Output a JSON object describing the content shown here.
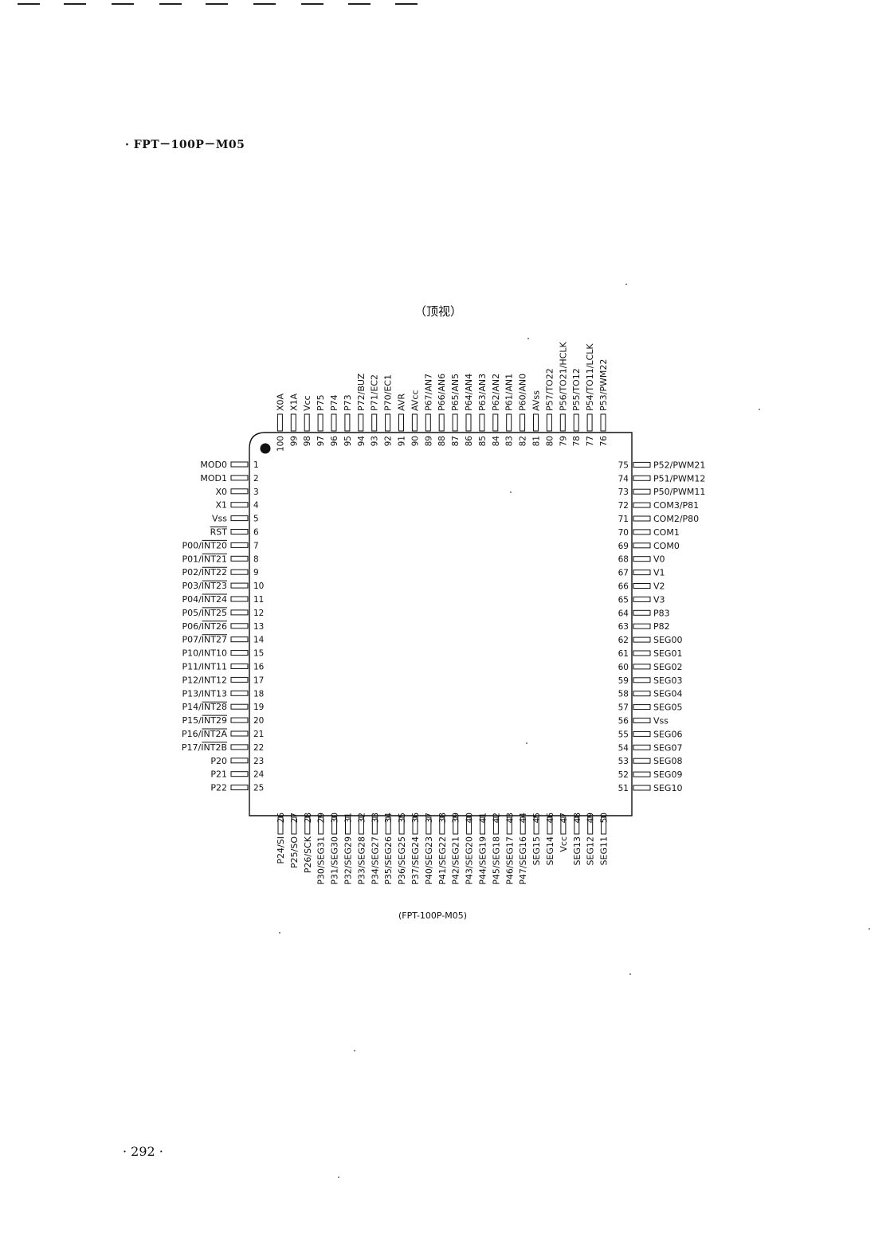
{
  "heading": "· FPT－100P－M05",
  "view_label": "（顶视）",
  "caption": "(FPT-100P-M05)",
  "page_number": "· 292 ·",
  "pins_left": [
    {
      "num": "1",
      "label": "MOD0",
      "bar": ""
    },
    {
      "num": "2",
      "label": "MOD1",
      "bar": ""
    },
    {
      "num": "3",
      "label": "X0",
      "bar": ""
    },
    {
      "num": "4",
      "label": "X1",
      "bar": ""
    },
    {
      "num": "5",
      "label": "Vss",
      "bar": ""
    },
    {
      "num": "6",
      "label": "RST",
      "bar": "RST"
    },
    {
      "num": "7",
      "label": "P00/INT20",
      "bar": "INT20"
    },
    {
      "num": "8",
      "label": "P01/INT21",
      "bar": "INT21"
    },
    {
      "num": "9",
      "label": "P02/INT22",
      "bar": "INT22"
    },
    {
      "num": "10",
      "label": "P03/INT23",
      "bar": "INT23"
    },
    {
      "num": "11",
      "label": "P04/INT24",
      "bar": "INT24"
    },
    {
      "num": "12",
      "label": "P05/INT25",
      "bar": "INT25"
    },
    {
      "num": "13",
      "label": "P06/INT26",
      "bar": "INT26"
    },
    {
      "num": "14",
      "label": "P07/INT27",
      "bar": "INT27"
    },
    {
      "num": "15",
      "label": "P10/INT10",
      "bar": ""
    },
    {
      "num": "16",
      "label": "P11/INT11",
      "bar": ""
    },
    {
      "num": "17",
      "label": "P12/INT12",
      "bar": ""
    },
    {
      "num": "18",
      "label": "P13/INT13",
      "bar": ""
    },
    {
      "num": "19",
      "label": "P14/INT28",
      "bar": "INT28"
    },
    {
      "num": "20",
      "label": "P15/INT29",
      "bar": "INT29"
    },
    {
      "num": "21",
      "label": "P16/INT2A",
      "bar": "INT2A"
    },
    {
      "num": "22",
      "label": "P17/INT2B",
      "bar": "INT2B"
    },
    {
      "num": "23",
      "label": "P20",
      "bar": ""
    },
    {
      "num": "24",
      "label": "P21",
      "bar": ""
    },
    {
      "num": "25",
      "label": "P22",
      "bar": ""
    }
  ],
  "pins_bottom": [
    {
      "num": "26",
      "label": "P24/SI"
    },
    {
      "num": "27",
      "label": "P25/SO"
    },
    {
      "num": "28",
      "label": "P26/SCK"
    },
    {
      "num": "29",
      "label": "P30/SEG31"
    },
    {
      "num": "30",
      "label": "P31/SEG30"
    },
    {
      "num": "31",
      "label": "P32/SEG29"
    },
    {
      "num": "32",
      "label": "P33/SEG28"
    },
    {
      "num": "33",
      "label": "P34/SEG27"
    },
    {
      "num": "34",
      "label": "P35/SEG26"
    },
    {
      "num": "35",
      "label": "P36/SEG25"
    },
    {
      "num": "36",
      "label": "P37/SEG24"
    },
    {
      "num": "37",
      "label": "P40/SEG23"
    },
    {
      "num": "38",
      "label": "P41/SEG22"
    },
    {
      "num": "39",
      "label": "P42/SEG21"
    },
    {
      "num": "40",
      "label": "P43/SEG20"
    },
    {
      "num": "41",
      "label": "P44/SEG19"
    },
    {
      "num": "42",
      "label": "P45/SEG18"
    },
    {
      "num": "43",
      "label": "P46/SEG17"
    },
    {
      "num": "44",
      "label": "P47/SEG16"
    },
    {
      "num": "45",
      "label": "SEG15"
    },
    {
      "num": "46",
      "label": "SEG14"
    },
    {
      "num": "47",
      "label": "Vcc"
    },
    {
      "num": "48",
      "label": "SEG13"
    },
    {
      "num": "49",
      "label": "SEG12"
    },
    {
      "num": "50",
      "label": "SEG11"
    }
  ],
  "pins_right": [
    {
      "num": "51",
      "label": "SEG10"
    },
    {
      "num": "52",
      "label": "SEG09"
    },
    {
      "num": "53",
      "label": "SEG08"
    },
    {
      "num": "54",
      "label": "SEG07"
    },
    {
      "num": "55",
      "label": "SEG06"
    },
    {
      "num": "56",
      "label": "Vss"
    },
    {
      "num": "57",
      "label": "SEG05"
    },
    {
      "num": "58",
      "label": "SEG04"
    },
    {
      "num": "59",
      "label": "SEG03"
    },
    {
      "num": "60",
      "label": "SEG02"
    },
    {
      "num": "61",
      "label": "SEG01"
    },
    {
      "num": "62",
      "label": "SEG00"
    },
    {
      "num": "63",
      "label": "P82"
    },
    {
      "num": "64",
      "label": "P83"
    },
    {
      "num": "65",
      "label": "V3"
    },
    {
      "num": "66",
      "label": "V2"
    },
    {
      "num": "67",
      "label": "V1"
    },
    {
      "num": "68",
      "label": "V0"
    },
    {
      "num": "69",
      "label": "COM0"
    },
    {
      "num": "70",
      "label": "COM1"
    },
    {
      "num": "71",
      "label": "COM2/P80"
    },
    {
      "num": "72",
      "label": "COM3/P81"
    },
    {
      "num": "73",
      "label": "P50/PWM11"
    },
    {
      "num": "74",
      "label": "P51/PWM12"
    },
    {
      "num": "75",
      "label": "P52/PWM21"
    }
  ],
  "pins_top": [
    {
      "num": "76",
      "label": "P53/PWM22"
    },
    {
      "num": "77",
      "label": "P54/TO11/LCLK"
    },
    {
      "num": "78",
      "label": "P55/TO12"
    },
    {
      "num": "79",
      "label": "P56/TO21/HCLK"
    },
    {
      "num": "80",
      "label": "P57/TO22"
    },
    {
      "num": "81",
      "label": "AVss"
    },
    {
      "num": "82",
      "label": "P60/AN0"
    },
    {
      "num": "83",
      "label": "P61/AN1"
    },
    {
      "num": "84",
      "label": "P62/AN2"
    },
    {
      "num": "85",
      "label": "P63/AN3"
    },
    {
      "num": "86",
      "label": "P64/AN4"
    },
    {
      "num": "87",
      "label": "P65/AN5"
    },
    {
      "num": "88",
      "label": "P66/AN6"
    },
    {
      "num": "89",
      "label": "P67/AN7"
    },
    {
      "num": "90",
      "label": "AVcc"
    },
    {
      "num": "91",
      "label": "AVR"
    },
    {
      "num": "92",
      "label": "P70/EC1"
    },
    {
      "num": "93",
      "label": "P71/EC2"
    },
    {
      "num": "94",
      "label": "P72/BUZ"
    },
    {
      "num": "95",
      "label": "P73"
    },
    {
      "num": "96",
      "label": "P74"
    },
    {
      "num": "97",
      "label": "P75"
    },
    {
      "num": "98",
      "label": "Vcc"
    },
    {
      "num": "99",
      "label": "X1A"
    },
    {
      "num": "100",
      "label": "X0A"
    }
  ]
}
